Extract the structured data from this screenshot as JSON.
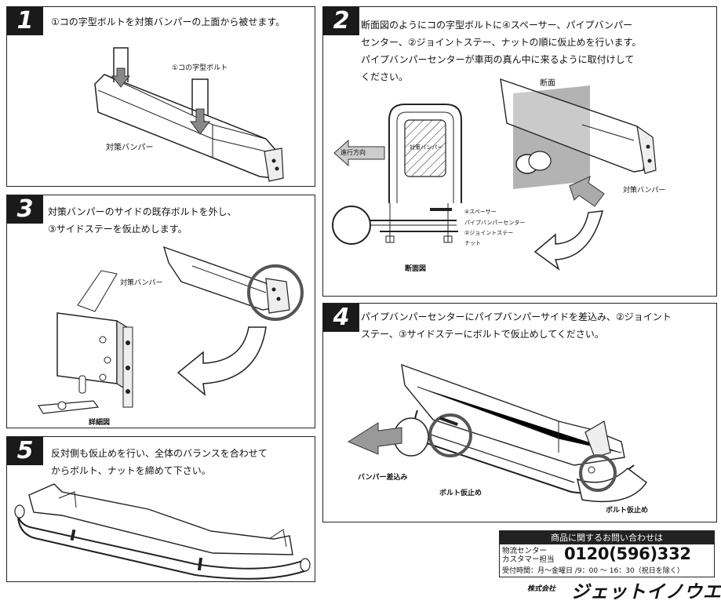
{
  "steps": [
    {
      "number": "1",
      "text": "①コの字型ボルトを対策バンパーの上面から被せます。"
    },
    {
      "number": "2",
      "lines": [
        "断面図のようにコの字型ボルトに④スペーサー、パイプバンパー",
        "センター、②ジョイントステー、ナットの順に仮止めを行います。",
        "パイプバンパーセンターが車両の真ん中に来るように取付けして",
        "ください。"
      ]
    },
    {
      "number": "3",
      "lines": [
        "対策バンパーのサイドの既存ボルトを外し、",
        "③サイドステーを仮止めします。"
      ]
    },
    {
      "number": "4",
      "lines": [
        "パイプバンパーセンターにパイプバンパーサイドを差込み、②ジョイント",
        "ステー、③サイドステーにボルトで仮止めしてください。"
      ]
    },
    {
      "number": "5",
      "lines": [
        "反対側も仮止めを行い、全体のバランスを合わせて",
        "からボルト、ナットを締めて下さい。"
      ]
    }
  ],
  "labels": {
    "u_bolt": "①コの字型ボルト",
    "bumper": "対策バンパー",
    "cross_section_title": "断面",
    "direction": "進行方向",
    "bumper_in_section": "対策バンパー",
    "spacer": "④スペーサー",
    "pipe_center": "パイプバンパーセンター",
    "joint_stay": "②ジョイントステー",
    "nut": "ナット",
    "cross_section_diagram": "断面図",
    "bumper_side": "対策バンパー",
    "detail": "詳細図",
    "bumper_insert": "バンパー差込み",
    "bolt_temp_1": "ボルト仮止め",
    "bolt_temp_2": "ボルト仮止め"
  },
  "contact": {
    "header": "商品に関するお問い合わせは",
    "dept_line1": "物流センター",
    "dept_line2": "カスタマー担当",
    "phone": "0120(596)332",
    "hours": "受付時間：月～金曜日 /9：00 ～ 16：30（祝日を除く）"
  },
  "company": {
    "prefix": "株式会社",
    "name": "ジェットイノウエ"
  }
}
